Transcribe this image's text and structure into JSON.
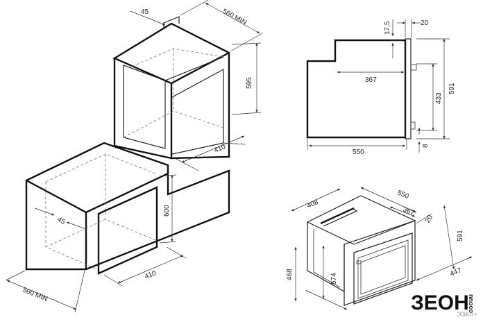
{
  "installation_left": {
    "upper_niche": {
      "depth": "45",
      "width": "560 MIN",
      "height": "595",
      "side_depth": "410"
    },
    "lower_niche": {
      "depth": "45",
      "width": "560 MIN",
      "height": "600",
      "side_depth": "410"
    }
  },
  "side_view": {
    "top_offset": "17,5",
    "panel_thickness": "20",
    "inner_depth": "367",
    "body_height": "433",
    "total_height": "591",
    "total_depth": "550",
    "bottom_gap": "8"
  },
  "iso_view": {
    "width": "408",
    "depth": "550",
    "inner_depth": "367",
    "panel_thickness": "20",
    "height": "591",
    "side_depth": "447",
    "left_height": "468",
    "cavity_height": "574"
  },
  "watermark": {
    "brand": "ЗЕОН",
    "side_text": "nnoco",
    "tail_text": "ЭЭКН+"
  }
}
